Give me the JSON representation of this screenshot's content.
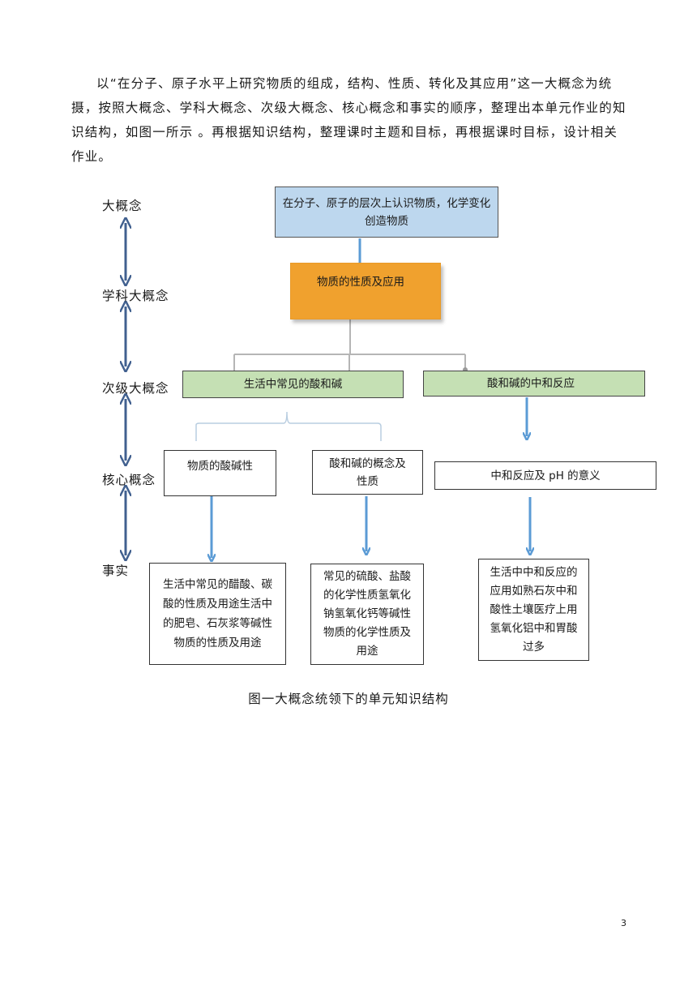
{
  "intro_paragraph": "以“在分子、原子水平上研究物质的组成，结构、性质、转化及其应用”这一大概念为统摄，按照大概念、学科大概念、次级大概念、核心概念和事实的顺序，整理出本单元作业的知识结构，如图一所示 。再根据知识结构，整理课时主题和目标，再根据课时目标，设计相关作业。",
  "diagram": {
    "levels": {
      "big_concept": "大概念",
      "subject_big_concept": "学科大概念",
      "secondary_big_concept": "次级大概念",
      "core_concept": "核心概念",
      "fact": "事实"
    },
    "nodes": {
      "top": "在分子、原子的层次上认识物质，化学变化创造物质",
      "subject": "物质的性质及应用",
      "secondary_left": "生活中常见的酸和碱",
      "secondary_right": "酸和碱的中和反应",
      "core_left": "物质的酸碱性",
      "core_middle": "酸和碱的概念及性质",
      "core_right": "中和反应及 pH 的意义",
      "fact_left": "生活中常见的醋酸、碳酸的性质及用途生活中的肥皂、石灰浆等碱性物质的性质及用途",
      "fact_middle": "常见的硫酸、盐酸的化学性质氢氧化钠氢氧化钙等碱性物质的化学性质及用途",
      "fact_right": "生活中中和反应的应用如熟石灰中和酸性土壤医疗上用氢氧化铝中和胃酸过多"
    },
    "colors": {
      "top_fill": "#bdd7ee",
      "subject_fill": "#f0a12e",
      "secondary_fill": "#c5e0b4",
      "arrow_blue": "#5b9bd5",
      "level_arrow": "#41608f"
    }
  },
  "caption": "图一大概念统领下的单元知识结构",
  "page_number": "3"
}
